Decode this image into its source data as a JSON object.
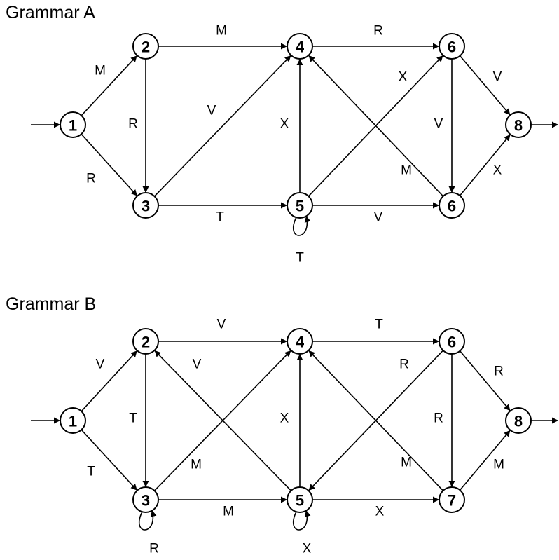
{
  "grammars": [
    {
      "title": "Grammar A",
      "nodes": [
        {
          "id": "a1",
          "label": "1"
        },
        {
          "id": "a2",
          "label": "2"
        },
        {
          "id": "a3",
          "label": "3"
        },
        {
          "id": "a4",
          "label": "4"
        },
        {
          "id": "a5",
          "label": "5"
        },
        {
          "id": "a6t",
          "label": "6"
        },
        {
          "id": "a6b",
          "label": "6"
        },
        {
          "id": "a8",
          "label": "8"
        }
      ],
      "edges": [
        {
          "from": "start",
          "to": "a1",
          "label": ""
        },
        {
          "from": "a1",
          "to": "a2",
          "label": "M"
        },
        {
          "from": "a1",
          "to": "a3",
          "label": "R"
        },
        {
          "from": "a2",
          "to": "a4",
          "label": "M"
        },
        {
          "from": "a2",
          "to": "a3",
          "label": "R"
        },
        {
          "from": "a3",
          "to": "a4",
          "label": "V"
        },
        {
          "from": "a3",
          "to": "a5",
          "label": "T"
        },
        {
          "from": "a5",
          "to": "a5",
          "label": "T"
        },
        {
          "from": "a5",
          "to": "a4",
          "label": "X"
        },
        {
          "from": "a5",
          "to": "a6t",
          "label": "X"
        },
        {
          "from": "a5",
          "to": "a6b",
          "label": "V"
        },
        {
          "from": "a4",
          "to": "a6t",
          "label": "R"
        },
        {
          "from": "a6b",
          "to": "a4",
          "label": "M"
        },
        {
          "from": "a6t",
          "to": "a6b",
          "label": "V"
        },
        {
          "from": "a6t",
          "to": "a8",
          "label": "V"
        },
        {
          "from": "a6b",
          "to": "a8",
          "label": "X"
        },
        {
          "from": "a8",
          "to": "end",
          "label": ""
        }
      ]
    },
    {
      "title": "Grammar B",
      "nodes": [
        {
          "id": "b1",
          "label": "1"
        },
        {
          "id": "b2",
          "label": "2"
        },
        {
          "id": "b3",
          "label": "3"
        },
        {
          "id": "b4",
          "label": "4"
        },
        {
          "id": "b5",
          "label": "5"
        },
        {
          "id": "b6",
          "label": "6"
        },
        {
          "id": "b7",
          "label": "7"
        },
        {
          "id": "b8",
          "label": "8"
        }
      ],
      "edges": [
        {
          "from": "start",
          "to": "b1",
          "label": ""
        },
        {
          "from": "b1",
          "to": "b2",
          "label": "V"
        },
        {
          "from": "b1",
          "to": "b3",
          "label": "T"
        },
        {
          "from": "b2",
          "to": "b4",
          "label": "V"
        },
        {
          "from": "b2",
          "to": "b3",
          "label": "T"
        },
        {
          "from": "b3",
          "to": "b3",
          "label": "R"
        },
        {
          "from": "b3",
          "to": "b4",
          "label": "M"
        },
        {
          "from": "b3",
          "to": "b5",
          "label": "M"
        },
        {
          "from": "b5",
          "to": "b2",
          "label": "V"
        },
        {
          "from": "b5",
          "to": "b5",
          "label": "X"
        },
        {
          "from": "b5",
          "to": "b4",
          "label": "X"
        },
        {
          "from": "b5",
          "to": "b7",
          "label": "X"
        },
        {
          "from": "b4",
          "to": "b6",
          "label": "T"
        },
        {
          "from": "b6",
          "to": "b5",
          "label": "R"
        },
        {
          "from": "b6",
          "to": "b7",
          "label": "R"
        },
        {
          "from": "b6",
          "to": "b8",
          "label": "R"
        },
        {
          "from": "b7",
          "to": "b4",
          "label": "M"
        },
        {
          "from": "b7",
          "to": "b8",
          "label": "M"
        },
        {
          "from": "b8",
          "to": "end",
          "label": ""
        }
      ]
    }
  ]
}
